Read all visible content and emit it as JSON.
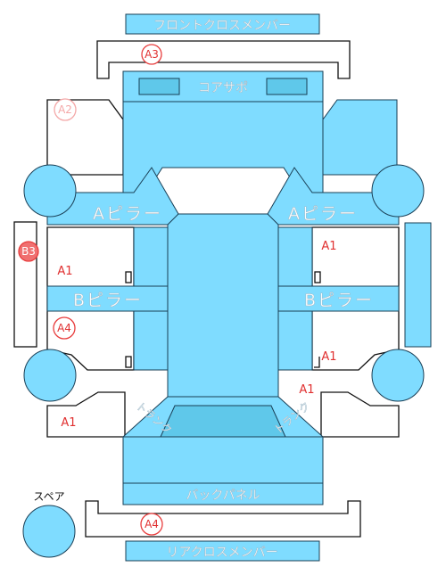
{
  "parts": {
    "front_cross_member": "フロントクロスメンバー",
    "core_support": "コアサポ",
    "a_pillar_left": "Aピラー",
    "a_pillar_right": "Aピラー",
    "b_pillar_left": "Bピラー",
    "b_pillar_right": "Bピラー",
    "back_panel": "バックパネル",
    "rear_cross_member": "リアクロスメンバー",
    "trunk_left": "トランク",
    "trunk_right": "トランク",
    "spare_label": "スペア"
  },
  "marks": {
    "a2": "A2",
    "a3_front": "A3",
    "b3": "B3",
    "a1_left_front_door": "A1",
    "a4_left_rear_door": "A4",
    "a1_left_quarter": "A1",
    "a1_right_front_door": "A1",
    "a1_right_rear_door": "A1",
    "a1_right_quarter": "A1",
    "a4_rear": "A4"
  },
  "colors": {
    "part_fill": "#7fdcff",
    "part_fill_dark": "#5fc8ea",
    "damage_red": "#e03030",
    "circle_outline_red": "#e83c3c",
    "b3_fill": "#f07070",
    "a2_outline": "#f4a8a8"
  }
}
